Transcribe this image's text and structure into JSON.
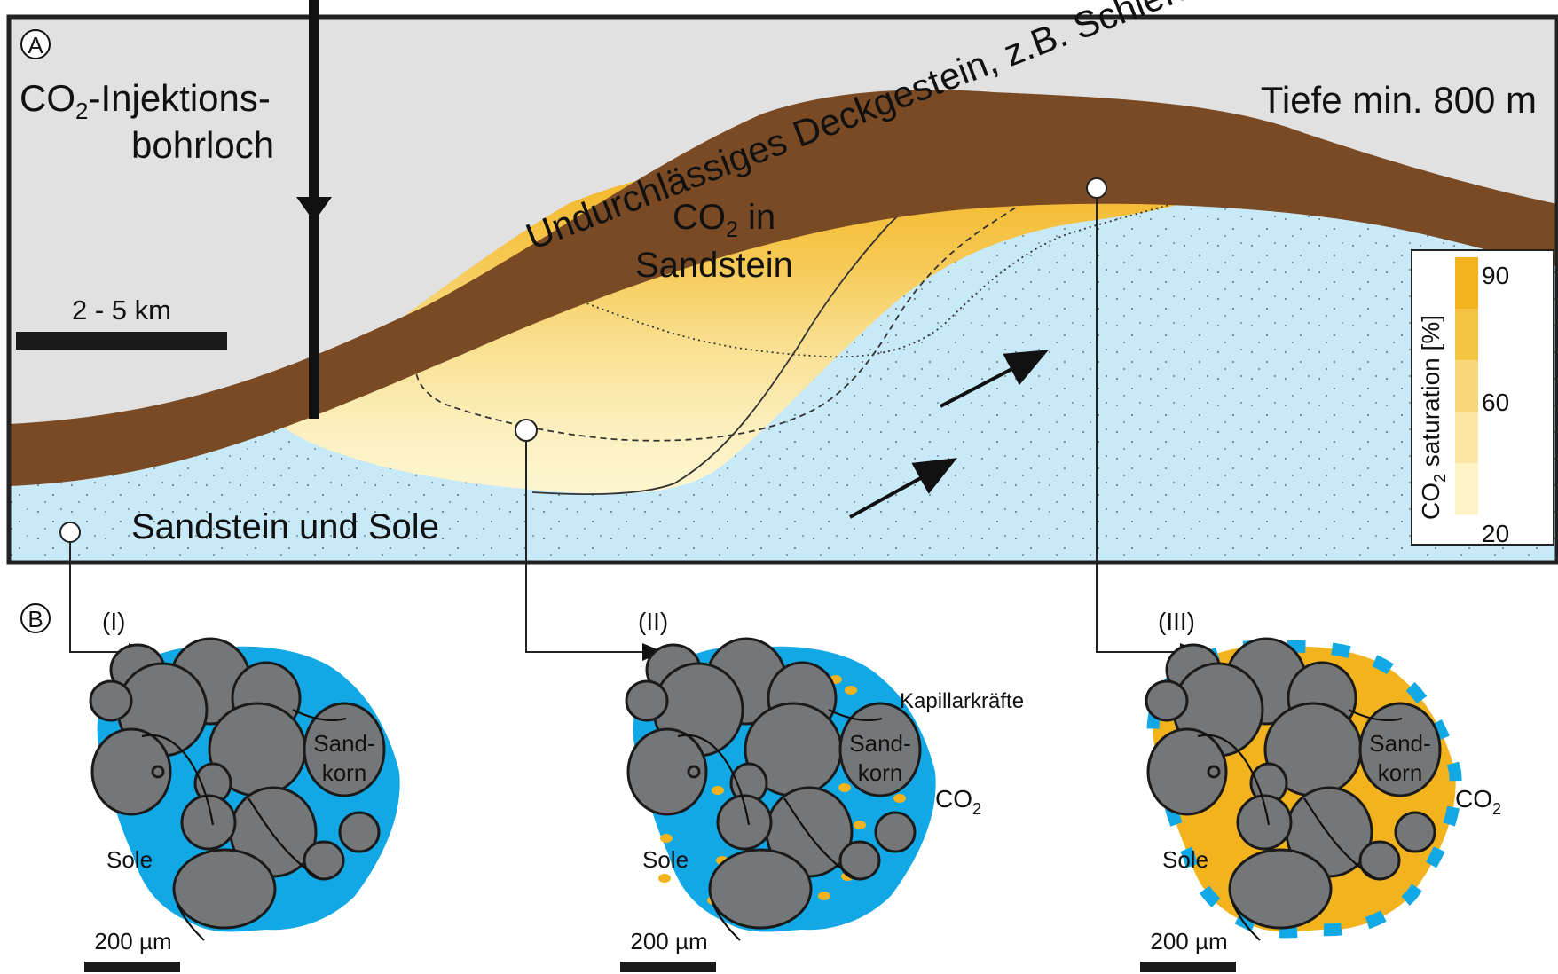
{
  "panel_a": {
    "marker": "A",
    "well_label_line1_prefix": "CO",
    "well_label_line1_sub": "2",
    "well_label_line1_suffix": "-Injektions-",
    "well_label_line2": "bohrloch",
    "depth_label": "Tiefe min. 800 m",
    "scale_label": "2 - 5 km",
    "caprock_label": "Undurchlässiges Deckgestein, z.B. Schiefer",
    "co2_label_prefix": "CO",
    "co2_label_sub": "2",
    "co2_label_suffix": " in",
    "co2_label_line2": "Sandstein",
    "reservoir_label": "Sandstein und Sole"
  },
  "legend": {
    "title_prefix": "CO",
    "title_sub": "2",
    "title_suffix": " saturation [%]",
    "ticks": [
      "90",
      "60",
      "20"
    ],
    "colors": [
      "#f2b31e",
      "#f5c443",
      "#f8d67a",
      "#fae7a6",
      "#fdf4c6"
    ]
  },
  "panel_b": {
    "marker": "B",
    "cases": [
      {
        "label": "(I)",
        "sole": "Sole",
        "grain": [
          "Sand-",
          "korn"
        ],
        "co2": "",
        "extra": "",
        "scale": "200 µm"
      },
      {
        "label": "(II)",
        "sole": "Sole",
        "grain": [
          "Sand-",
          "korn"
        ],
        "co2": "CO2",
        "extra": "Kapillarkräfte",
        "scale": "200 µm"
      },
      {
        "label": "(III)",
        "sole": "Sole",
        "grain": [
          "Sand-",
          "korn"
        ],
        "co2": "CO2",
        "extra": "",
        "scale": "200 µm"
      }
    ]
  },
  "colors": {
    "sky": "#e1e1e1",
    "caprock": "#7a4a24",
    "brine": "#c7e9f8",
    "pore_brine": "#12a8e6",
    "grain": "#757678",
    "co2": "#f2b31e"
  }
}
